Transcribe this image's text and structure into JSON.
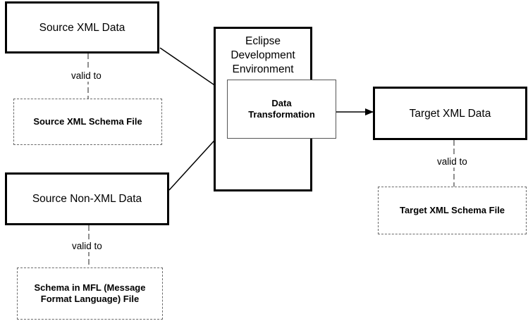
{
  "nodes": {
    "source_xml_data": "Source XML Data",
    "source_xml_schema": "Source XML Schema File",
    "source_non_xml_data": "Source Non-XML Data",
    "mfl_schema": "Schema in MFL (Message Format Language) File",
    "eclipse_env": "Eclipse Development Environment",
    "data_transformation": "Data Transformation",
    "target_xml_data": "Target XML Data",
    "target_xml_schema": "Target XML Schema File"
  },
  "relations": {
    "valid_to_source_xml": "valid to",
    "valid_to_source_non_xml": "valid to",
    "valid_to_target_xml": "valid to"
  },
  "colors": {
    "stroke": "#000000",
    "dashed_stroke": "#6a6a6a",
    "background": "#ffffff"
  }
}
